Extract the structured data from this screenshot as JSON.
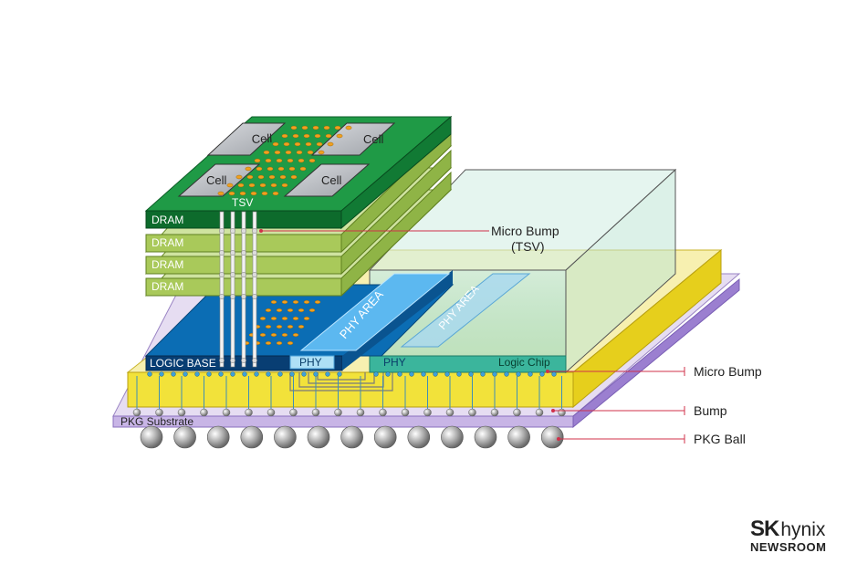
{
  "labels": {
    "cell": [
      "Cell",
      "Cell",
      "Cell",
      "Cell"
    ],
    "tsv": "TSV",
    "dram": [
      "DRAM",
      "DRAM",
      "DRAM",
      "DRAM"
    ],
    "phy_area": [
      "PHY AREA",
      "PHY AREA"
    ],
    "logic_base": "LOGIC BASE",
    "phy": [
      "PHY",
      "PHY"
    ],
    "logic_chip": "Logic Chip",
    "pkg_substrate": "PKG Substrate"
  },
  "callouts": {
    "micro_bump_tsv_line1": "Micro Bump",
    "micro_bump_tsv_line2": "(TSV)",
    "micro_bump": "Micro Bump",
    "bump": "Bump",
    "pkg_ball": "PKG Ball"
  },
  "brand": {
    "sk": "SK",
    "hynix": "hynix",
    "newsroom": "NEWSROOM"
  },
  "colors": {
    "dram_top": "#1a8a3c",
    "dram_layer": "#a9c95a",
    "logic_base": "#0b6db4",
    "interposer": "#f2e23a",
    "substrate": "#a88ad0",
    "logic_chip": "#5cc0a8",
    "callout_line": "#d0304a"
  }
}
